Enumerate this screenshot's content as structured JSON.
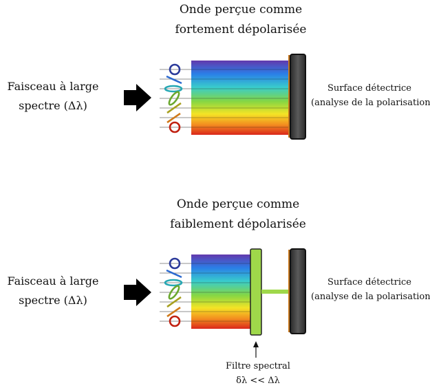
{
  "top": {
    "title_line1": "Onde perçue comme",
    "title_line2": "fortement dépolarisée",
    "source_line1": "Faisceau à large",
    "source_line2": "spectre (Δλ)",
    "detector_line1": "Surface détectrice",
    "detector_line2": "(analyse de la polarisation)"
  },
  "bottom": {
    "title_line1": "Onde perçue comme",
    "title_line2": "faiblement dépolarisée",
    "source_line1": "Faisceau à large",
    "source_line2": "spectre (Δλ)",
    "detector_line1": "Surface détectrice",
    "detector_line2": "(analyse de la polarisation)",
    "filter_line1": "Filtre spectral",
    "filter_line2": "δλ << Δλ"
  },
  "colors": {
    "spectrum_top": "#5a2ea8",
    "spectrum_blue": "#1f78e6",
    "spectrum_cyan": "#2ec9c9",
    "spectrum_green": "#7fd43a",
    "spectrum_yellow": "#f4e21a",
    "spectrum_orange": "#f28a14",
    "spectrum_red": "#d81b0f",
    "filter": "#9fd84a",
    "detector": "#3a3a3a",
    "detector_edge": "#c8781e"
  }
}
